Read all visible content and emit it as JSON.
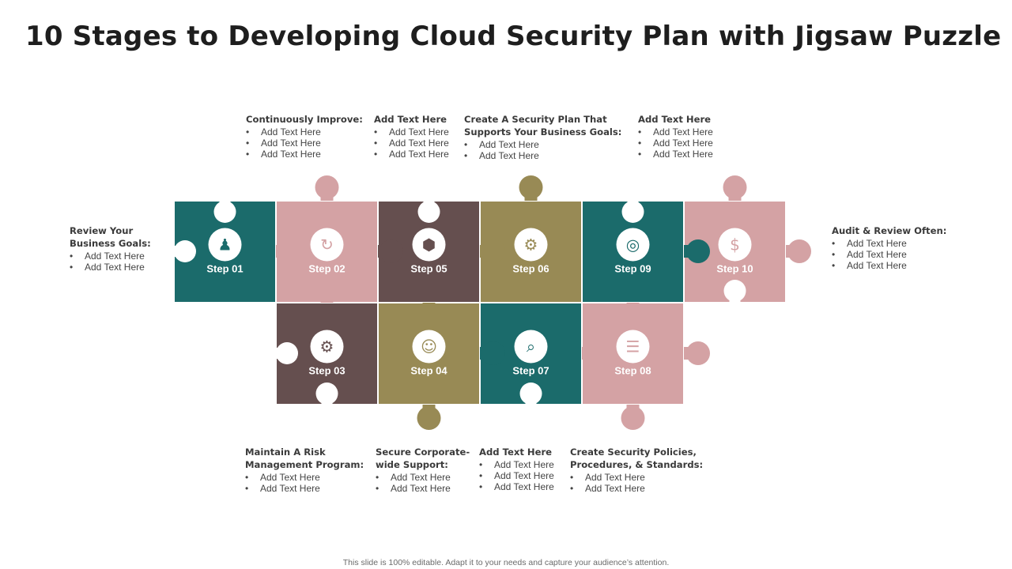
{
  "title": "10 Stages to Developing Cloud Security Plan with Jigsaw Puzzle",
  "colors": {
    "teal": "#1b6b6b",
    "rose": "#d4a2a4",
    "brown": "#654f4f",
    "olive": "#988a55"
  },
  "steps": [
    {
      "label": "Step 01",
      "color": "#1b6b6b",
      "icon": "person-climbing-stairs-icon"
    },
    {
      "label": "Step 02",
      "color": "#d4a2a4",
      "icon": "circular-arrows-cycle-icon"
    },
    {
      "label": "Step 05",
      "color": "#654f4f",
      "icon": "cube-in-circle-icon"
    },
    {
      "label": "Step 06",
      "color": "#988a55",
      "icon": "shield-gear-icon"
    },
    {
      "label": "Step 09",
      "color": "#1b6b6b",
      "icon": "target-dart-icon"
    },
    {
      "label": "Step 10",
      "color": "#d4a2a4",
      "icon": "dollar-magnifier-icon"
    },
    {
      "label": "Step 03",
      "color": "#654f4f",
      "icon": "gear-people-icon"
    },
    {
      "label": "Step 04",
      "color": "#988a55",
      "icon": "person-shield-icon"
    },
    {
      "label": "Step 07",
      "color": "#1b6b6b",
      "icon": "chart-magnifier-icon"
    },
    {
      "label": "Step 08",
      "color": "#d4a2a4",
      "icon": "document-shield-icon"
    }
  ],
  "blocks": {
    "review": {
      "heading": "Review Your\nBusiness Goals:",
      "items": [
        "Add Text Here",
        "Add Text Here"
      ]
    },
    "continuously": {
      "heading": "Continuously Improve:",
      "items": [
        "Add Text Here",
        "Add Text Here",
        "Add Text Here"
      ]
    },
    "top_add1": {
      "heading": "Add Text Here",
      "items": [
        "Add Text Here",
        "Add Text Here",
        "Add Text Here"
      ]
    },
    "create_plan": {
      "heading": "Create A Security Plan That\nSupports Your Business Goals:",
      "items": [
        "Add Text Here",
        "Add Text Here"
      ]
    },
    "top_add2": {
      "heading": "Add Text Here",
      "items": [
        "Add Text Here",
        "Add Text Here",
        "Add Text Here"
      ]
    },
    "audit": {
      "heading": "Audit & Review Often:",
      "items": [
        "Add Text Here",
        "Add Text Here",
        "Add Text Here"
      ]
    },
    "maintain": {
      "heading": "Maintain A Risk\nManagement Program:",
      "items": [
        "Add Text Here",
        "Add Text Here"
      ]
    },
    "secure": {
      "heading": "Secure Corporate-\nwide Support:",
      "items": [
        "Add Text Here",
        "Add Text Here"
      ]
    },
    "bottom_add": {
      "heading": "Add Text Here",
      "items": [
        "Add Text Here",
        "Add Text Here",
        "Add Text Here"
      ]
    },
    "policies": {
      "heading": "Create Security Policies,\nProcedures, & Standards:",
      "items": [
        "Add Text Here",
        "Add Text Here"
      ]
    }
  },
  "footer": "This slide is 100% editable. Adapt it to your needs and capture your audience’s attention."
}
